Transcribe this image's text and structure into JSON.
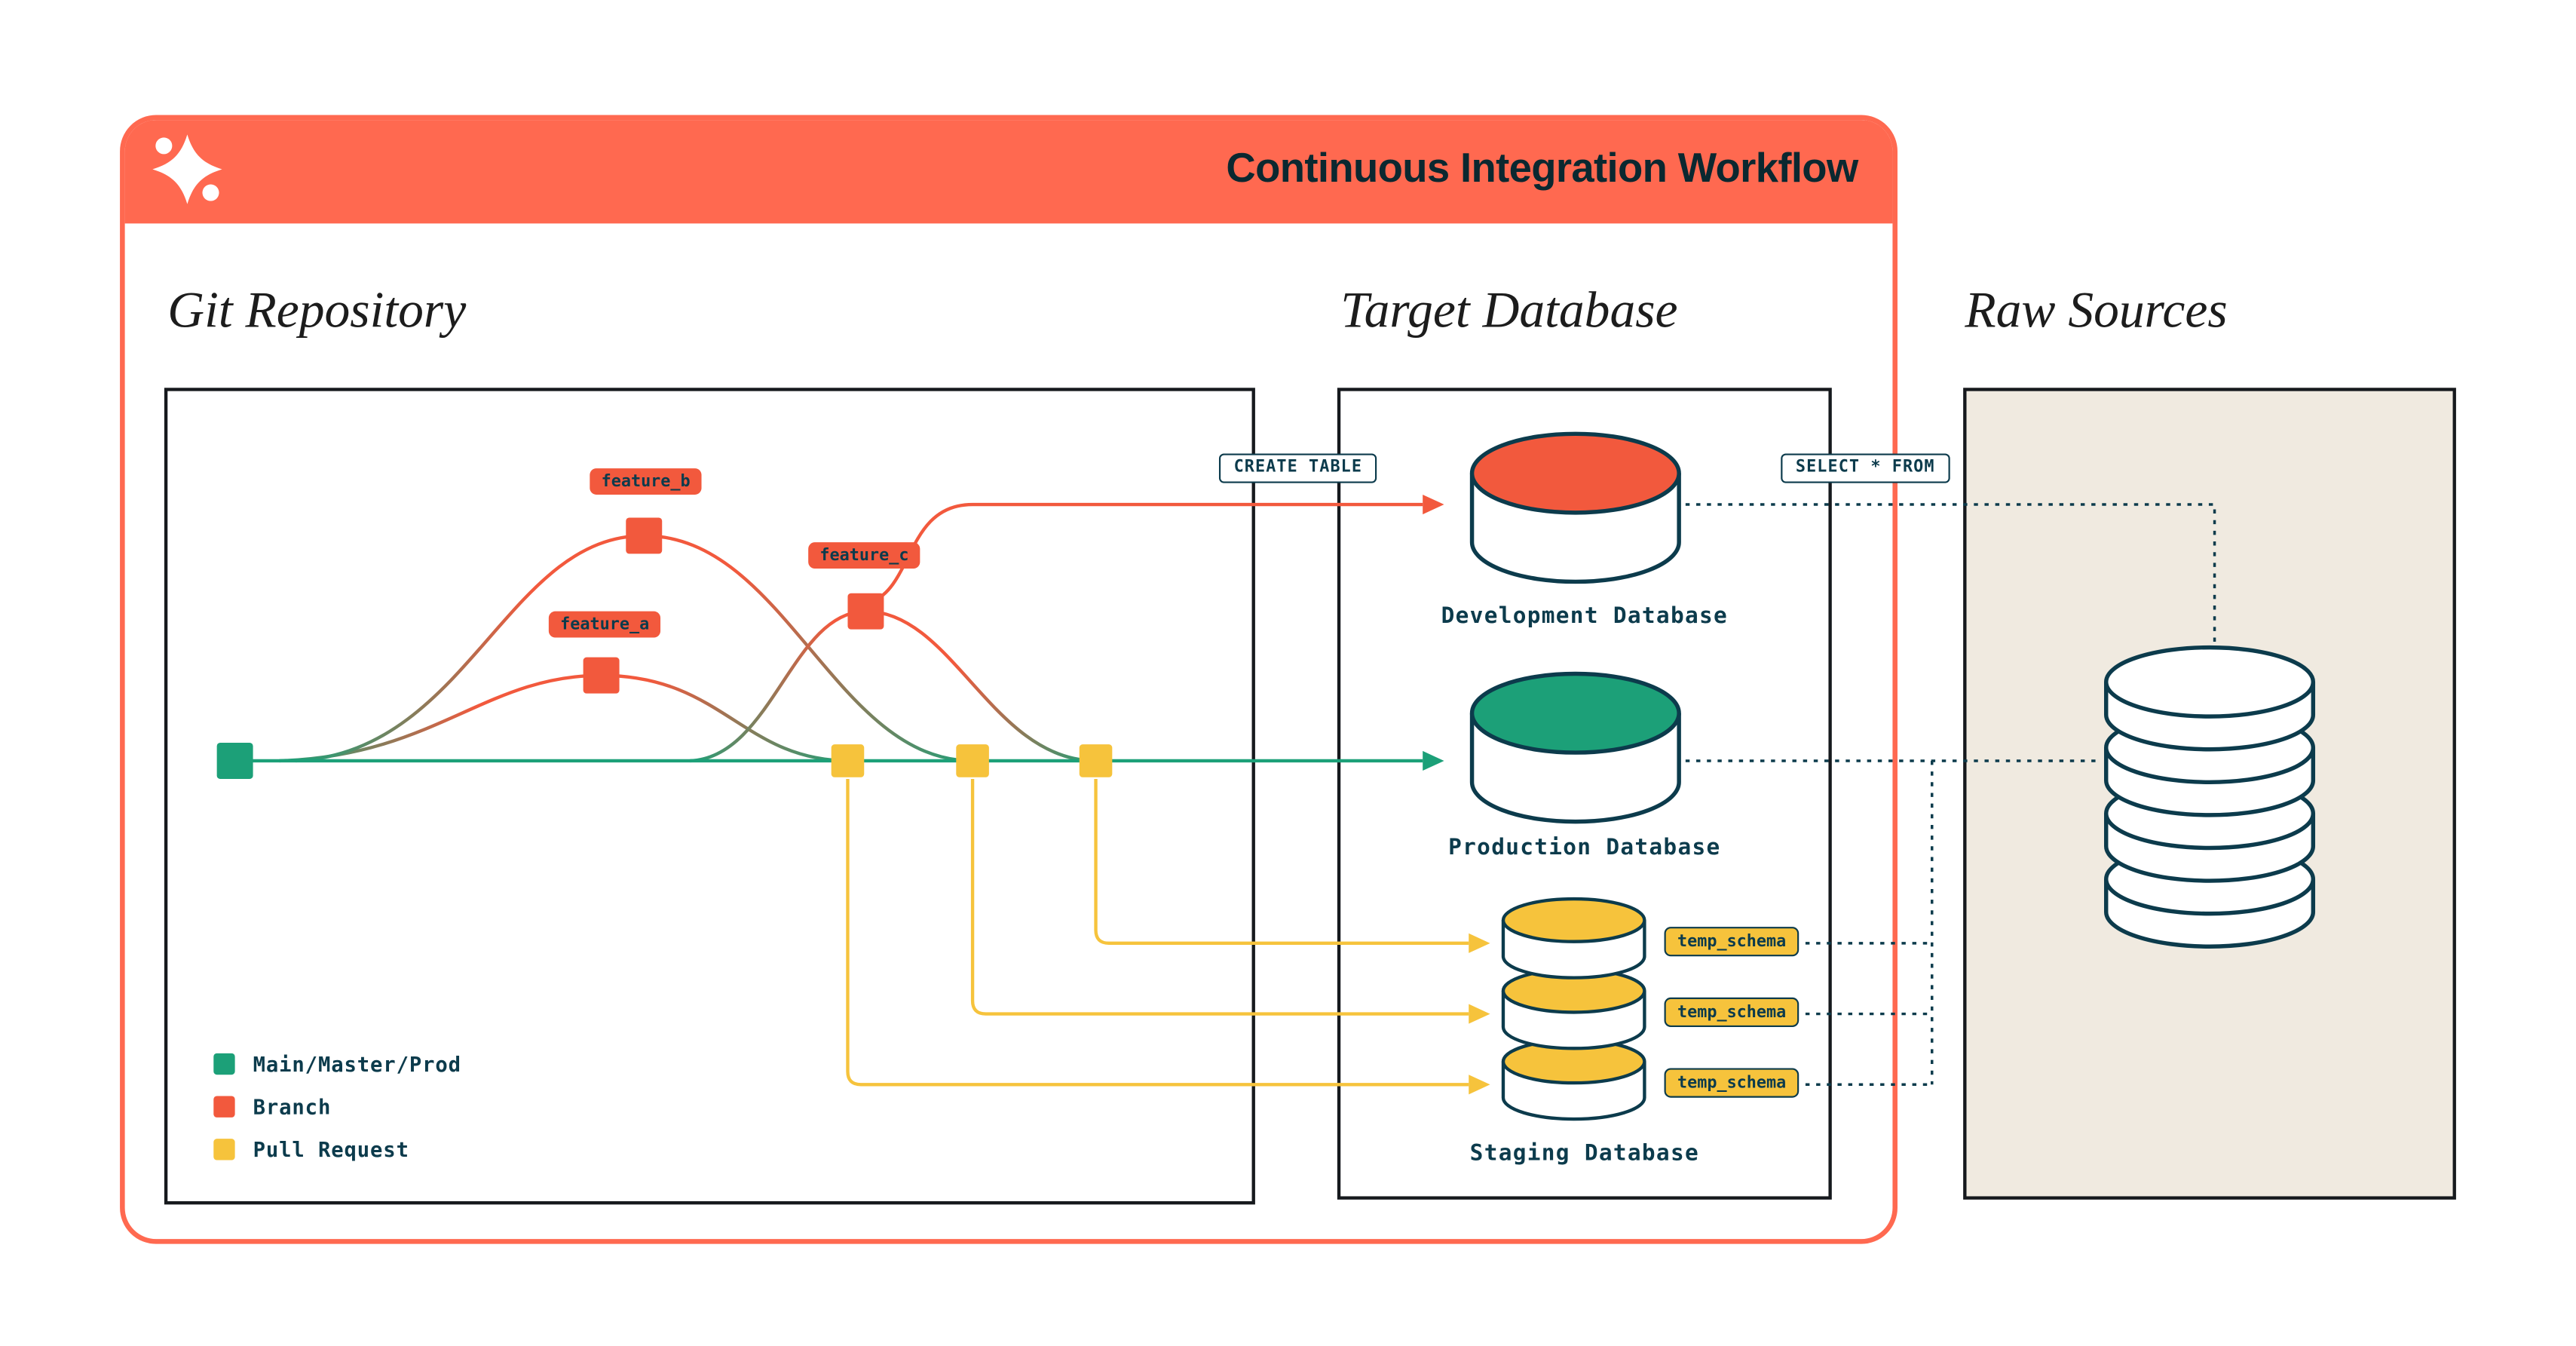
{
  "colors": {
    "orange": "#FF6950",
    "orange_deep": "#F2593D",
    "teal": "#1CA078",
    "yellow": "#F6C33C",
    "navy": "#0C3B4C",
    "beige": "#F0EAE0"
  },
  "header": {
    "title": "Continuous Integration Workflow"
  },
  "sections": {
    "git": {
      "title": "Git Repository"
    },
    "target": {
      "title": "Target Database"
    },
    "raw": {
      "title": "Raw Sources"
    }
  },
  "git": {
    "features": [
      {
        "label": "feature_b"
      },
      {
        "label": "feature_a"
      },
      {
        "label": "feature_c"
      }
    ],
    "legend": [
      {
        "label": "Main/Master/Prod",
        "color": "#1CA078"
      },
      {
        "label": "Branch",
        "color": "#F2593D"
      },
      {
        "label": "Pull Request",
        "color": "#F6C33C"
      }
    ]
  },
  "target": {
    "create_table_label": "CREATE TABLE",
    "select_from_label": "SELECT * FROM",
    "databases": [
      {
        "name": "Development Database"
      },
      {
        "name": "Production Database"
      },
      {
        "name": "Staging Database"
      }
    ],
    "temp_schema_labels": [
      "temp_schema",
      "temp_schema",
      "temp_schema"
    ]
  }
}
